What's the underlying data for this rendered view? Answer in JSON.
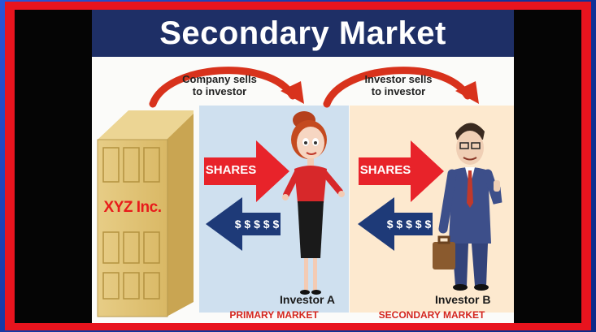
{
  "title": "Secondary Market",
  "flows": [
    {
      "caption_line1": "Company sells",
      "caption_line2": "to investor"
    },
    {
      "caption_line1": "Investor sells",
      "caption_line2": "to investor"
    }
  ],
  "company_name": "XYZ Inc.",
  "arrows": {
    "shares_label": "SHARES",
    "money_label": "$ $ $ $ $"
  },
  "investors": {
    "a_label": "Investor A",
    "b_label": "Investor B"
  },
  "markets": {
    "primary_label": "PRIMARY MARKET",
    "secondary_label": "SECONDARY MARKET"
  },
  "colors": {
    "frame_red": "#e8141e",
    "title_bar": "#1e2f66",
    "shares_arrow": "#e8232a",
    "money_arrow": "#1e3a78",
    "flow_arc": "#d8321c"
  }
}
